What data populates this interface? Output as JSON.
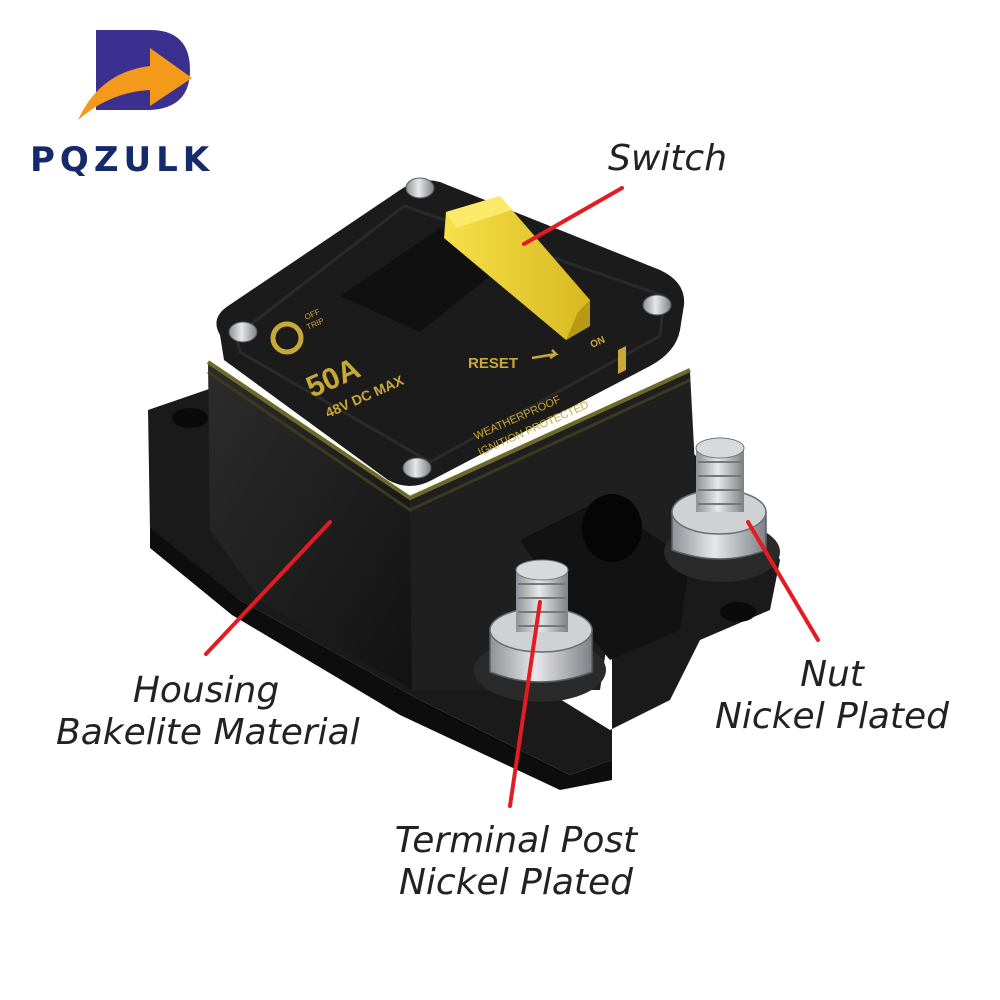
{
  "brand": {
    "name": "PQZULK",
    "colors": {
      "navy": "#152a6b",
      "orange": "#f39a1b",
      "purple": "#3b2f8f"
    }
  },
  "product": {
    "type": "circuit breaker",
    "rating": "50A",
    "voltage": "48V DC MAX",
    "off_label": "OFF",
    "trip_label": "TRIP",
    "on_label": "ON",
    "reset_label": "RESET",
    "feature_line1": "WEATHERPROOF",
    "feature_line2": "IGNITION PROTECTED",
    "colors": {
      "housing": "#1c1c1c",
      "lever": "#f2d52c",
      "print": "#c9a83a",
      "metal": "#b9bcbf"
    }
  },
  "callouts": {
    "switch": {
      "line1": "Switch"
    },
    "nut": {
      "line1": "Nut",
      "line2": "Nickel Plated"
    },
    "housing": {
      "line1": "Housing",
      "line2": "Bakelite Material"
    },
    "terminal": {
      "line1": "Terminal Post",
      "line2": "Nickel Plated"
    },
    "leader_color": "#e31b23"
  }
}
